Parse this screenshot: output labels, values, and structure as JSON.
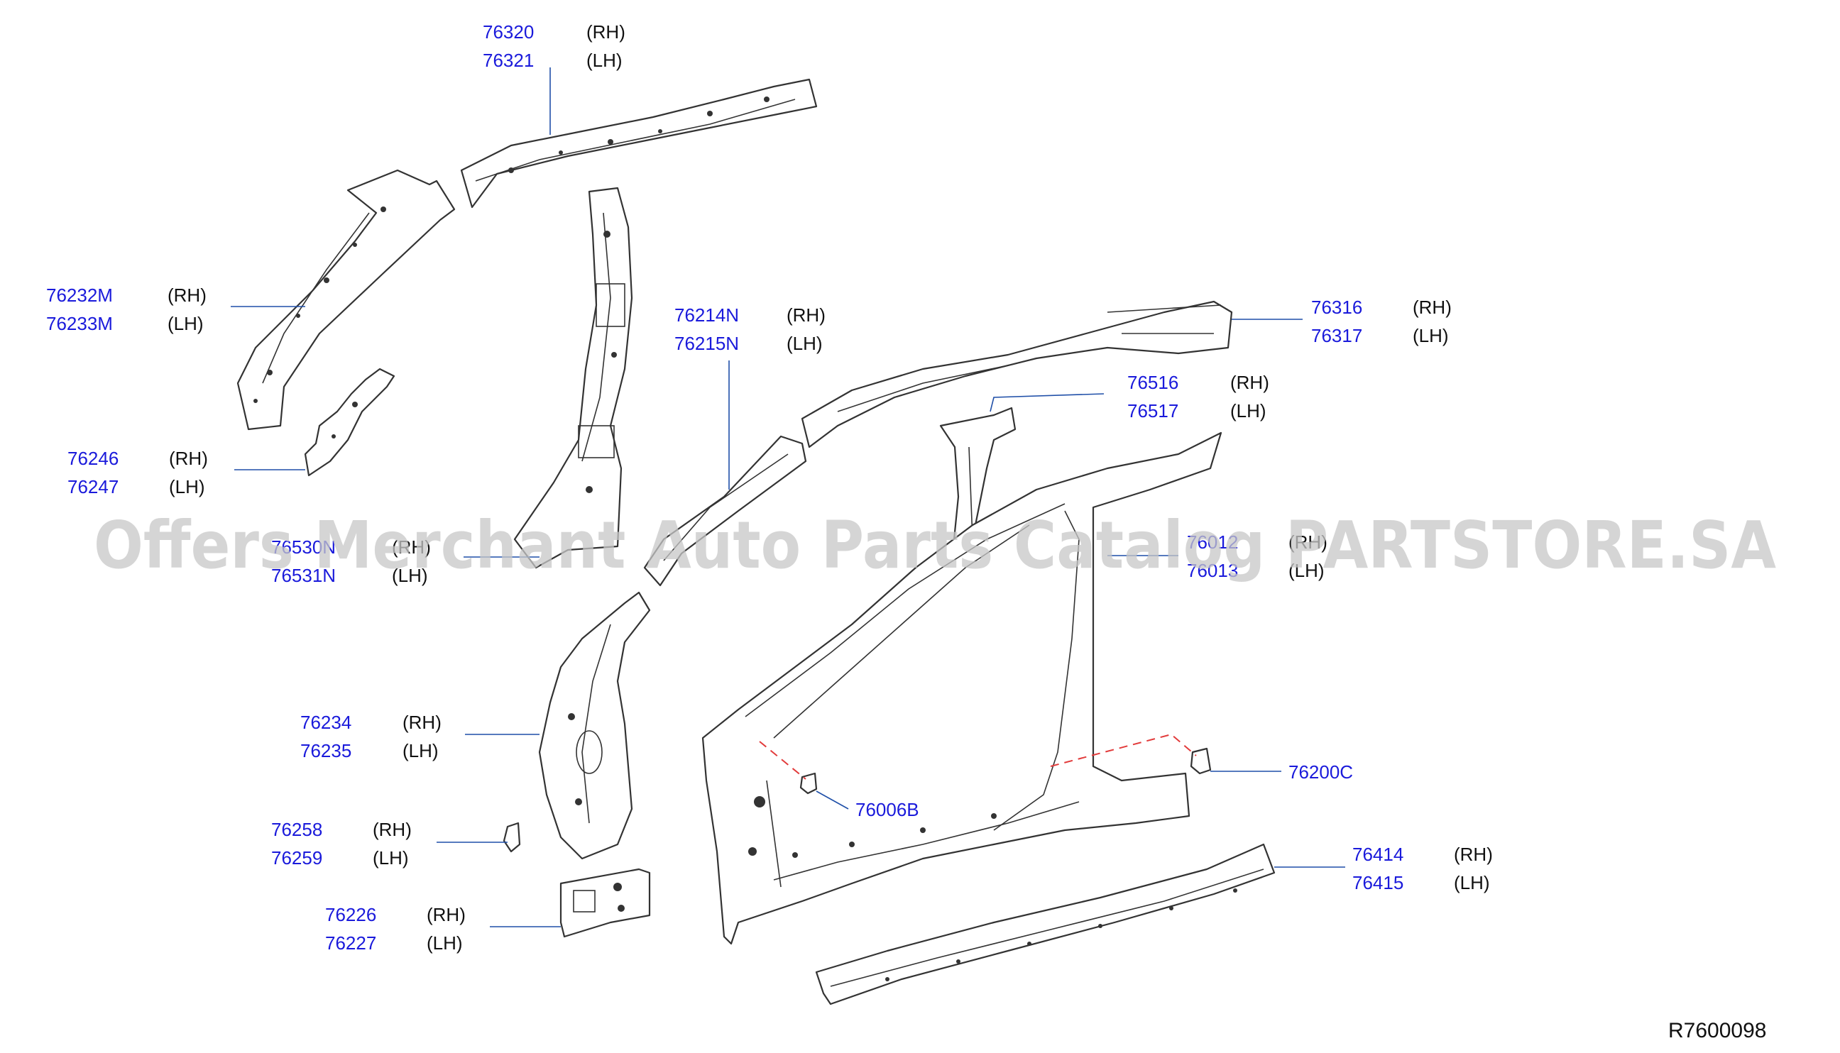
{
  "watermark": "Offers Merchant Auto Parts Catalog PARTSTORE.SA",
  "diagram_ref": "R7600098",
  "callouts": [
    {
      "rh": "76320",
      "lh": "76321",
      "rh_side": "(RH)",
      "lh_side": "(LH)"
    },
    {
      "rh": "76232M",
      "lh": "76233M",
      "rh_side": "(RH)",
      "lh_side": "(LH)"
    },
    {
      "rh": "76246",
      "lh": "76247",
      "rh_side": "(RH)",
      "lh_side": "(LH)"
    },
    {
      "rh": "76214N",
      "lh": "76215N",
      "rh_side": "(RH)",
      "lh_side": "(LH)"
    },
    {
      "rh": "76530N",
      "lh": "76531N",
      "rh_side": "(RH)",
      "lh_side": "(LH)"
    },
    {
      "rh": "76316",
      "lh": "76317",
      "rh_side": "(RH)",
      "lh_side": "(LH)"
    },
    {
      "rh": "76516",
      "lh": "76517",
      "rh_side": "(RH)",
      "lh_side": "(LH)"
    },
    {
      "rh": "76012",
      "lh": "76013",
      "rh_side": "(RH)",
      "lh_side": "(LH)"
    },
    {
      "rh": "76234",
      "lh": "76235",
      "rh_side": "(RH)",
      "lh_side": "(LH)"
    },
    {
      "rh": "76258",
      "lh": "76259",
      "rh_side": "(RH)",
      "lh_side": "(LH)"
    },
    {
      "rh": "76226",
      "lh": "76227",
      "rh_side": "(RH)",
      "lh_side": "(LH)"
    },
    {
      "rh": "76414",
      "lh": "76415",
      "rh_side": "(RH)",
      "lh_side": "(LH)"
    }
  ],
  "single_callouts": [
    {
      "part": "76006B"
    },
    {
      "part": "76200C"
    }
  ]
}
